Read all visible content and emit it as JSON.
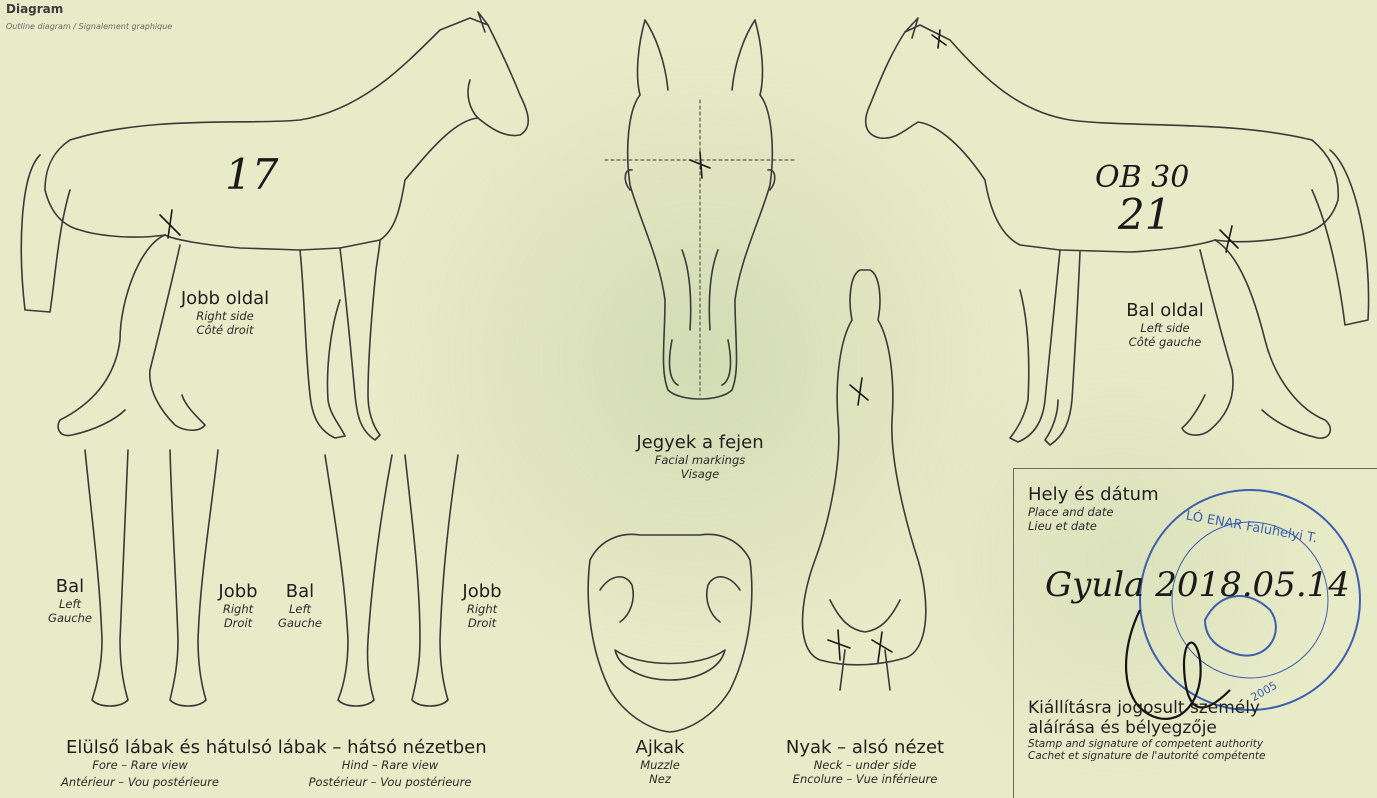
{
  "header": {
    "title": "Diagram",
    "subtitle": "Outline diagram / Signalement graphique"
  },
  "right_side": {
    "main": "Jobb oldal",
    "en": "Right side",
    "fr": "Côté droit",
    "handwritten_number": "17"
  },
  "left_side": {
    "main": "Bal oldal",
    "en": "Left side",
    "fr": "Côté gauche",
    "handwritten_code": "OB 30",
    "handwritten_number": "21"
  },
  "head": {
    "main": "Jegyek a fejen",
    "en": "Facial markings",
    "fr": "Visage"
  },
  "legs": {
    "fore_left": {
      "main": "Bal",
      "en": "Left",
      "fr": "Gauche"
    },
    "fore_right": {
      "main": "Jobb",
      "en": "Right",
      "fr": "Droit"
    },
    "hind_left": {
      "main": "Bal",
      "en": "Left",
      "fr": "Gauche"
    },
    "hind_right": {
      "main": "Jobb",
      "en": "Right",
      "fr": "Droit"
    },
    "caption_main": "Elülső lábak és hátulsó lábak – hátsó nézetben",
    "fore_en": "Fore – Rare view",
    "fore_fr": "Antérieur – Vou postérieure",
    "hind_en": "Hind – Rare view",
    "hind_fr": "Postérieur – Vou postérieure"
  },
  "muzzle": {
    "main": "Ajkak",
    "en": "Muzzle",
    "fr": "Nez"
  },
  "neck": {
    "main": "Nyak – alsó nézet",
    "en": "Neck – under side",
    "fr": "Encolure – Vue inférieure"
  },
  "authority": {
    "place_main": "Hely és dátum",
    "place_en": "Place and date",
    "place_fr": "Lieu et date",
    "handwritten_place_date": "Gyula 2018.05.14",
    "stamp_text": "LÓ ENAR Faluhelyi T.",
    "stamp_year": "2005",
    "sign_main_1": "Kiállításra jogosult személy",
    "sign_main_2": "aláírása és bélyegzője",
    "sign_en": "Stamp and signature of competent authority",
    "sign_fr": "Cachet et signature de l'autorité compétente"
  },
  "colors": {
    "paper": "#e8ebc8",
    "line": "#2a2a2a",
    "stamp": "#3d5fae"
  }
}
